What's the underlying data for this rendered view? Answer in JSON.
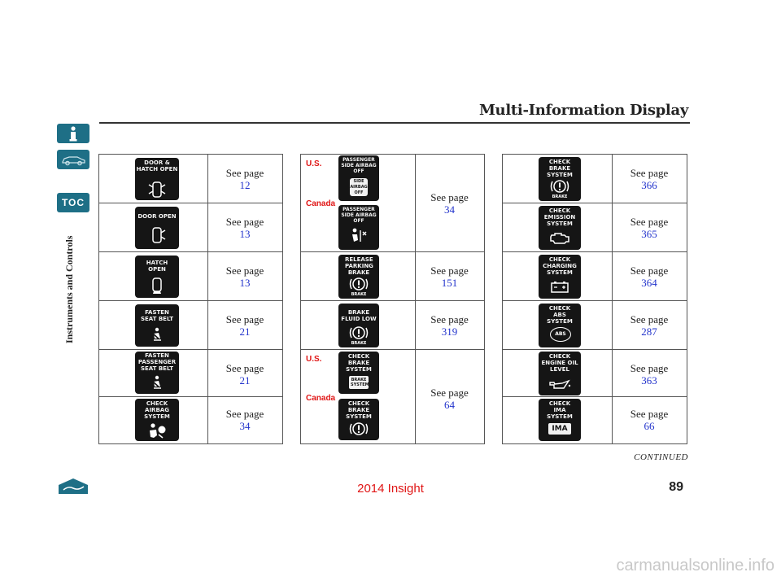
{
  "header": {
    "title": "Multi-Information Display"
  },
  "sidebar": {
    "toc_label": "TOC",
    "section_label": "Instruments and Controls"
  },
  "labels": {
    "see_page": "See page"
  },
  "regions": {
    "us": "U.S.",
    "canada": "Canada"
  },
  "colors": {
    "nav_teal": "#1e6f86",
    "link_blue": "#2233cc",
    "region_red": "#e01515"
  },
  "table1": [
    {
      "lamp": "DOOR & HATCH OPEN",
      "icon": "car-doors-open-icon",
      "page": "12"
    },
    {
      "lamp": "DOOR OPEN",
      "icon": "car-door-open-icon",
      "page": "13"
    },
    {
      "lamp": "HATCH OPEN",
      "icon": "car-hatch-open-icon",
      "page": "13"
    },
    {
      "lamp": "FASTEN SEAT BELT",
      "icon": "seat-belt-icon",
      "page": "21"
    },
    {
      "lamp": "FASTEN PASSENGER SEAT BELT",
      "icon": "seat-belt-icon",
      "page": "21"
    },
    {
      "lamp": "CHECK AIRBAG SYSTEM",
      "icon": "airbag-icon",
      "page": "34"
    }
  ],
  "table2": [
    {
      "us_lamp": "PASSENGER SIDE AIRBAG OFF",
      "us_badge": "SIDE AIRBAG OFF",
      "canada_lamp": "PASSENGER SIDE AIRBAG OFF",
      "page": "34"
    },
    {
      "lamp": "RELEASE PARKING BRAKE",
      "sub": "BRAKE",
      "page": "151"
    },
    {
      "lamp": "BRAKE FLUID LOW",
      "sub": "BRAKE",
      "page": "319"
    },
    {
      "us_lamp": "CHECK BRAKE SYSTEM",
      "us_badge": "BRAKE SYSTEM",
      "canada_lamp": "CHECK BRAKE SYSTEM",
      "page": "64"
    }
  ],
  "table3": [
    {
      "lamp": "CHECK BRAKE SYSTEM",
      "sub": "BRAKE",
      "page": "366"
    },
    {
      "lamp": "CHECK EMISSION SYSTEM",
      "icon": "engine-icon",
      "page": "365"
    },
    {
      "lamp": "CHECK CHARGING SYSTEM",
      "icon": "battery-icon",
      "page": "364"
    },
    {
      "lamp": "CHECK ABS SYSTEM",
      "badge": "ABS",
      "page": "287"
    },
    {
      "lamp": "CHECK ENGINE OIL LEVEL",
      "icon": "oil-can-icon",
      "page": "363"
    },
    {
      "lamp": "CHECK IMA SYSTEM",
      "badge": "IMA",
      "page": "66"
    }
  ],
  "footer": {
    "continued": "CONTINUED",
    "model": "2014 Insight",
    "page_number": "89",
    "watermark": "carmanualsonline.info"
  }
}
